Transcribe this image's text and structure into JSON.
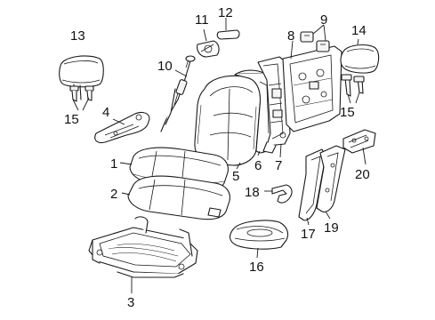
{
  "callouts": [
    {
      "id": "c1",
      "label": "1"
    },
    {
      "id": "c2",
      "label": "2"
    },
    {
      "id": "c3",
      "label": "3"
    },
    {
      "id": "c4",
      "label": "4"
    },
    {
      "id": "c5",
      "label": "5"
    },
    {
      "id": "c6",
      "label": "6"
    },
    {
      "id": "c7",
      "label": "7"
    },
    {
      "id": "c8",
      "label": "8"
    },
    {
      "id": "c9",
      "label": "9"
    },
    {
      "id": "c10",
      "label": "10"
    },
    {
      "id": "c11",
      "label": "11"
    },
    {
      "id": "c12",
      "label": "12"
    },
    {
      "id": "c13",
      "label": "13"
    },
    {
      "id": "c14",
      "label": "14"
    },
    {
      "id": "c15a",
      "label": "15"
    },
    {
      "id": "c15b",
      "label": "15"
    },
    {
      "id": "c16",
      "label": "16"
    },
    {
      "id": "c17",
      "label": "17"
    },
    {
      "id": "c18",
      "label": "18"
    },
    {
      "id": "c19",
      "label": "19"
    },
    {
      "id": "c20",
      "label": "20"
    }
  ]
}
